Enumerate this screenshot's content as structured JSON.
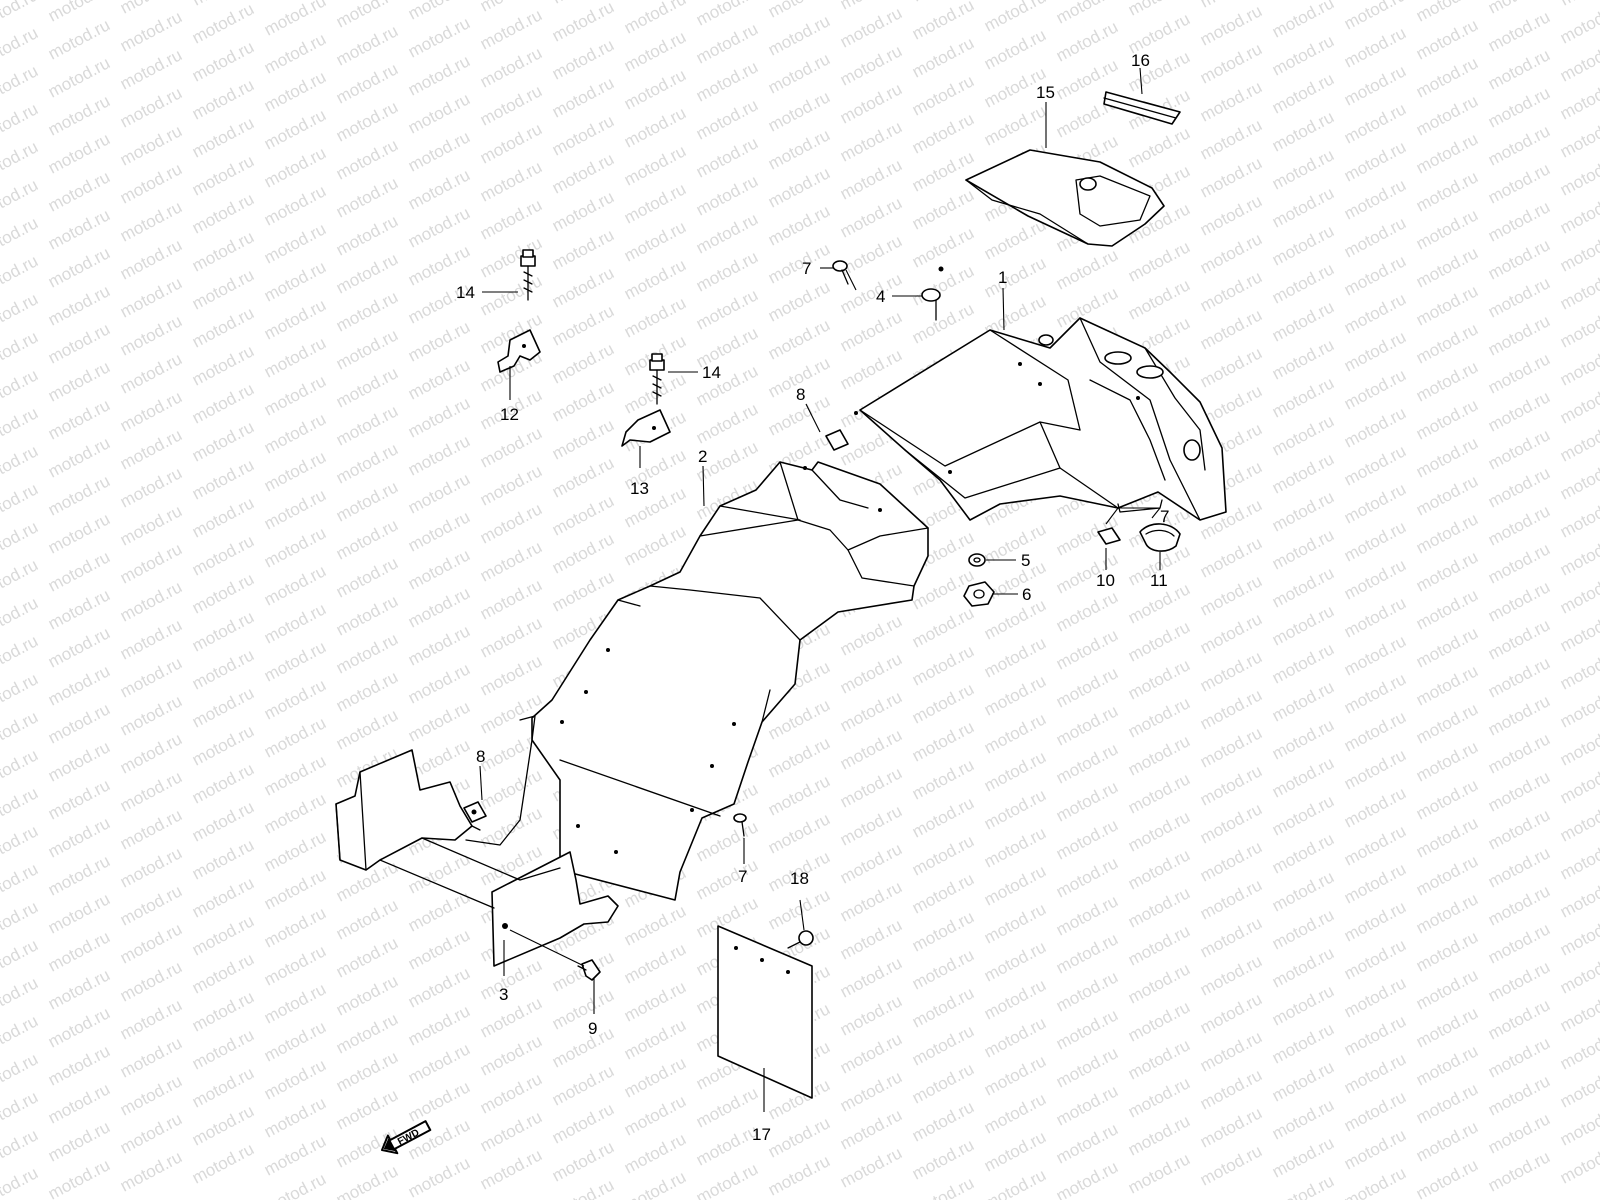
{
  "watermark": {
    "text": "motod.ru",
    "color": "#d9d9d9"
  },
  "direction_badge": {
    "text": "FWD",
    "icon": "arrow-left-down-icon"
  },
  "callouts": [
    {
      "id": "c1",
      "label": "1"
    },
    {
      "id": "c2",
      "label": "2"
    },
    {
      "id": "c3",
      "label": "3"
    },
    {
      "id": "c4",
      "label": "4"
    },
    {
      "id": "c5",
      "label": "5"
    },
    {
      "id": "c6",
      "label": "6"
    },
    {
      "id": "c7a",
      "label": "7"
    },
    {
      "id": "c7b",
      "label": "7"
    },
    {
      "id": "c7c",
      "label": "7"
    },
    {
      "id": "c8a",
      "label": "8"
    },
    {
      "id": "c8b",
      "label": "8"
    },
    {
      "id": "c9",
      "label": "9"
    },
    {
      "id": "c10",
      "label": "10"
    },
    {
      "id": "c11",
      "label": "11"
    },
    {
      "id": "c12",
      "label": "12"
    },
    {
      "id": "c13",
      "label": "13"
    },
    {
      "id": "c14a",
      "label": "14"
    },
    {
      "id": "c14b",
      "label": "14"
    },
    {
      "id": "c15",
      "label": "15"
    },
    {
      "id": "c16",
      "label": "16"
    },
    {
      "id": "c17",
      "label": "17"
    },
    {
      "id": "c18",
      "label": "18"
    }
  ]
}
